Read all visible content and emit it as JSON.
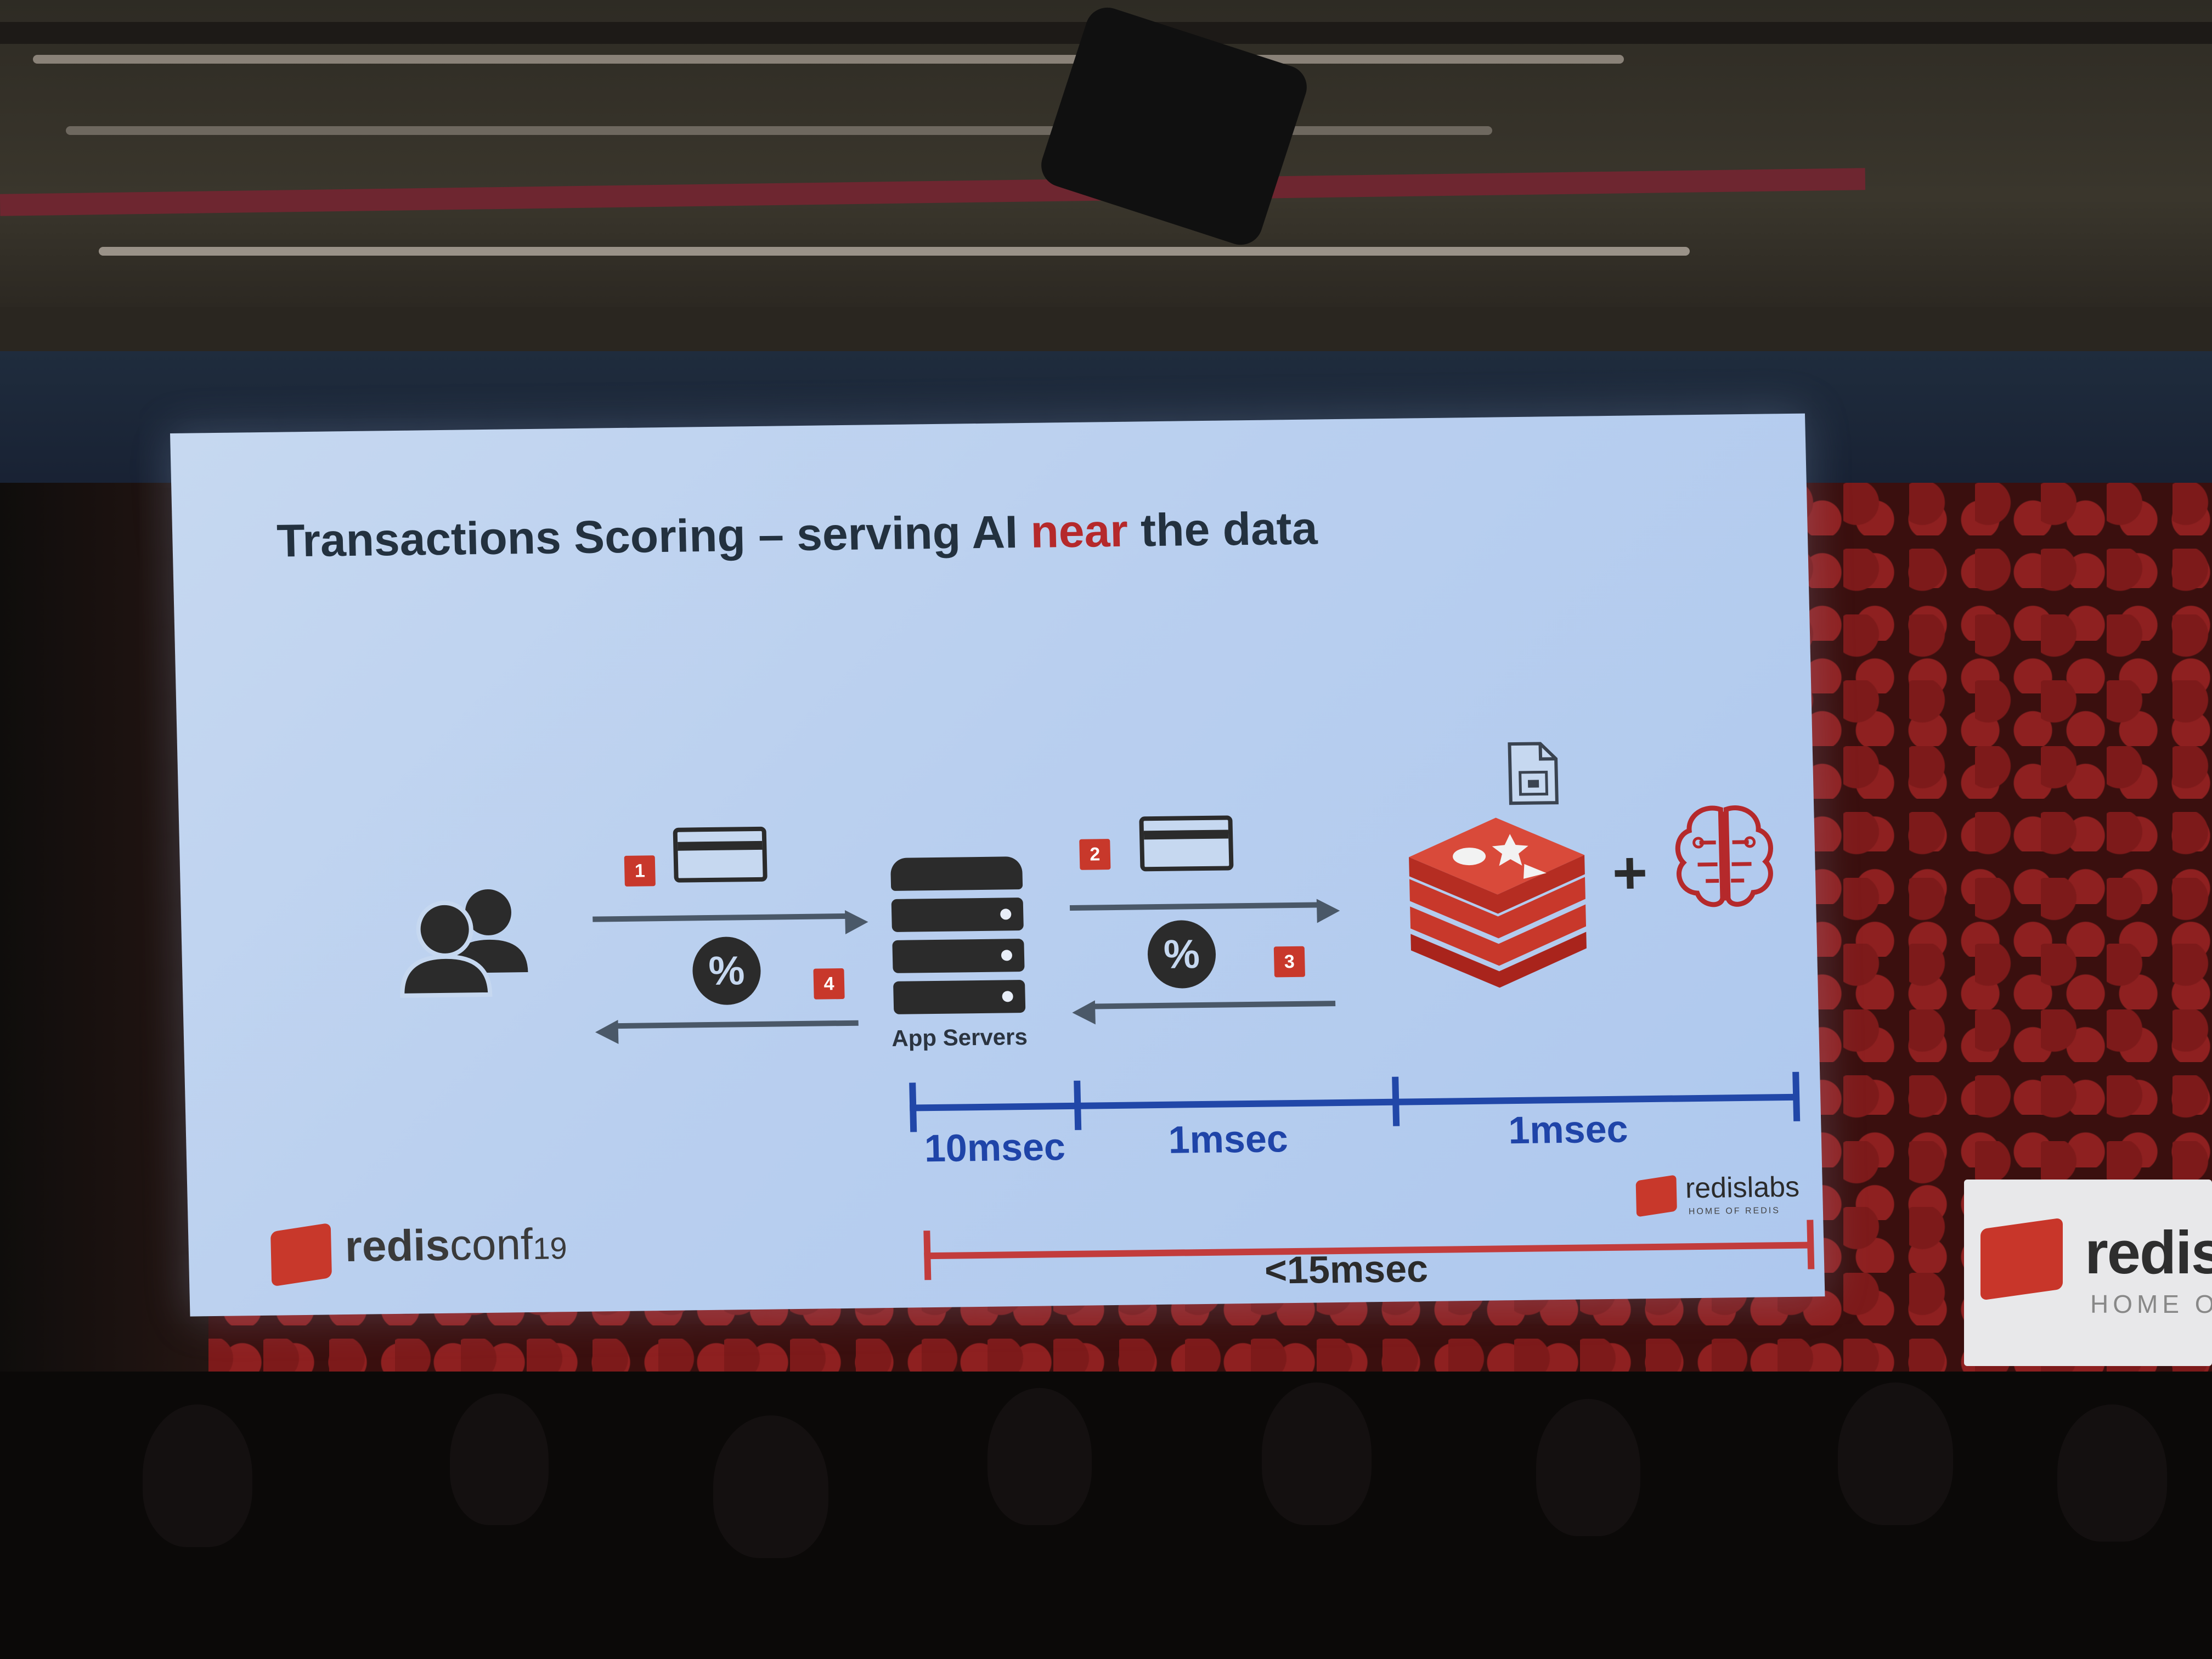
{
  "slide": {
    "title_before": "Transactions Scoring –  serving AI ",
    "title_accent": "near",
    "title_after": " the data",
    "step_badges": [
      "1",
      "2",
      "3",
      "4"
    ],
    "percent_symbol": "%",
    "app_servers_label": "App Servers",
    "plus_sign": "+",
    "timings": {
      "segment_1": "10msec",
      "segment_2": "1msec",
      "segment_3": "1msec",
      "total": "<15msec"
    },
    "footer_brand": "redisconf",
    "footer_brand_bold": "redis",
    "footer_brand_light": "conf",
    "footer_year": "19",
    "sponsor_logo": "redislabs",
    "sponsor_tagline": "HOME OF REDIS"
  },
  "venue_sign": {
    "text": "redisl",
    "sub": "HOME O"
  },
  "colors": {
    "slide_bg": "#c6d8f0",
    "title": "#23313f",
    "accent_red": "#b5292b",
    "timeline_blue": "#2147a8",
    "timeline_red": "#c23c3c",
    "redis_red": "#c8382b"
  },
  "icons": [
    "users-icon",
    "credit-card-icon",
    "percent-icon",
    "server-stack-icon",
    "redis-cube-icon",
    "brain-icon",
    "document-icon"
  ]
}
